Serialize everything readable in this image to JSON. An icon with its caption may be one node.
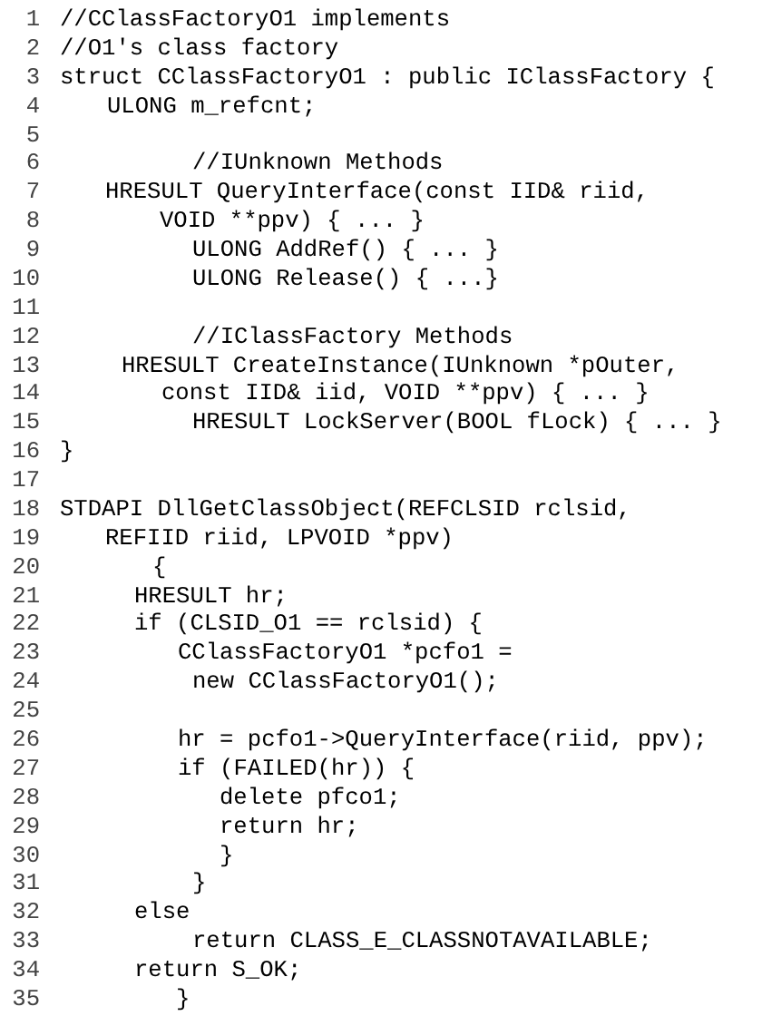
{
  "diagram": {
    "labels": [
      "1",
      "//CClassFactoryO1 implements",
      "2",
      "//O1's class factory",
      "3",
      "struct CClassFactoryO1 : public IClassFactory {",
      "4",
      "ULONG m_refcnt;",
      "5",
      "6",
      "//IUnknown Methods",
      "7",
      "HRESULT QueryInterface(const IID& riid,",
      "8",
      "VOID **ppv) { ... }",
      "9",
      "ULONG AddRef() { ... }",
      "10",
      "ULONG Release() { ...}",
      "11",
      "12",
      "//IClassFactory Methods",
      "13",
      "HRESULT CreateInstance(IUnknown *pOuter,",
      "14",
      "const IID& iid, VOID **ppv) { ... }",
      "15",
      "HRESULT LockServer(BOOL fLock) { ... }",
      "16",
      "}",
      "17",
      "18",
      "STDAPI DllGetClassObject(REFCLSID rclsid,",
      "19",
      "REFIID riid, LPVOID *ppv)",
      "20",
      "{",
      "21",
      "HRESULT hr;",
      "22",
      "if (CLSID_O1 == rclsid) {",
      "23",
      "CClassFactoryO1 *pcfo1 =",
      "24",
      "new CClassFactoryO1();",
      "25",
      "26",
      "hr = pcfo1->QueryInterface(riid, ppv);",
      "27",
      "if (FAILED(hr)) {",
      "28",
      "delete pfco1;",
      "29",
      "return hr;",
      "30",
      "}",
      "31",
      "}",
      "32",
      "else",
      "33",
      "return CLASS_E_CLASSNOTAVAILABLE;",
      "34",
      "return S_OK;",
      "35",
      "}"
    ]
  }
}
